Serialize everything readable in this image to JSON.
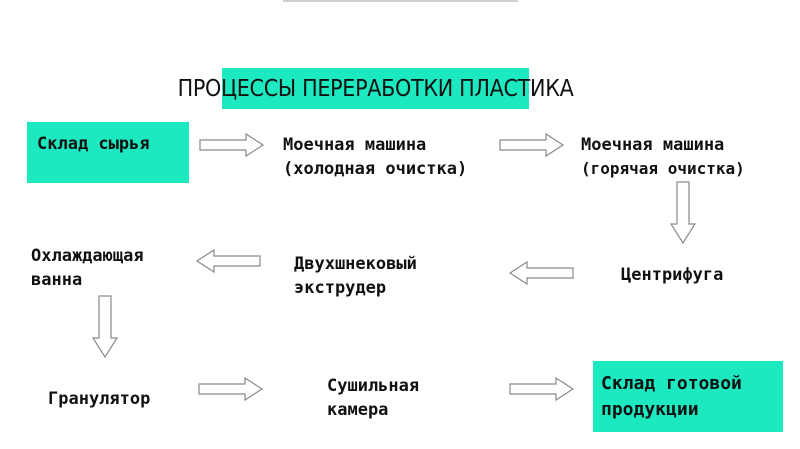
{
  "diagram": {
    "title": "Процессы переработки пластика",
    "nodes": [
      {
        "id": "raw-store",
        "lines": [
          "Склад сырья"
        ],
        "highlight": true
      },
      {
        "id": "wash-cold",
        "lines": [
          "Моечная машина",
          "(холодная очистка)"
        ],
        "highlight": false
      },
      {
        "id": "wash-hot",
        "lines": [
          "Моечная машина",
          "(горячая очистка)"
        ],
        "highlight": false
      },
      {
        "id": "centrifuge",
        "lines": [
          "Центрифуга"
        ],
        "highlight": false
      },
      {
        "id": "extruder",
        "lines": [
          "Двухшнековый",
          "экструдер"
        ],
        "highlight": false
      },
      {
        "id": "cooling-bath",
        "lines": [
          "Охлаждающая",
          "ванна"
        ],
        "highlight": false
      },
      {
        "id": "granulator",
        "lines": [
          "Гранулятор"
        ],
        "highlight": false
      },
      {
        "id": "dryer",
        "lines": [
          "Сушильная",
          "камера"
        ],
        "highlight": false
      },
      {
        "id": "product-store",
        "lines": [
          "Склад готовой",
          "продукции"
        ],
        "highlight": true
      }
    ],
    "edges": [
      {
        "from": "raw-store",
        "to": "wash-cold"
      },
      {
        "from": "wash-cold",
        "to": "wash-hot"
      },
      {
        "from": "wash-hot",
        "to": "centrifuge"
      },
      {
        "from": "centrifuge",
        "to": "extruder"
      },
      {
        "from": "extruder",
        "to": "cooling-bath"
      },
      {
        "from": "cooling-bath",
        "to": "granulator"
      },
      {
        "from": "granulator",
        "to": "dryer"
      },
      {
        "from": "dryer",
        "to": "product-store"
      }
    ],
    "colors": {
      "highlight": "#1de9c0",
      "arrow_stroke": "#8a8a8a",
      "arrow_fill": "#ffffff"
    }
  }
}
